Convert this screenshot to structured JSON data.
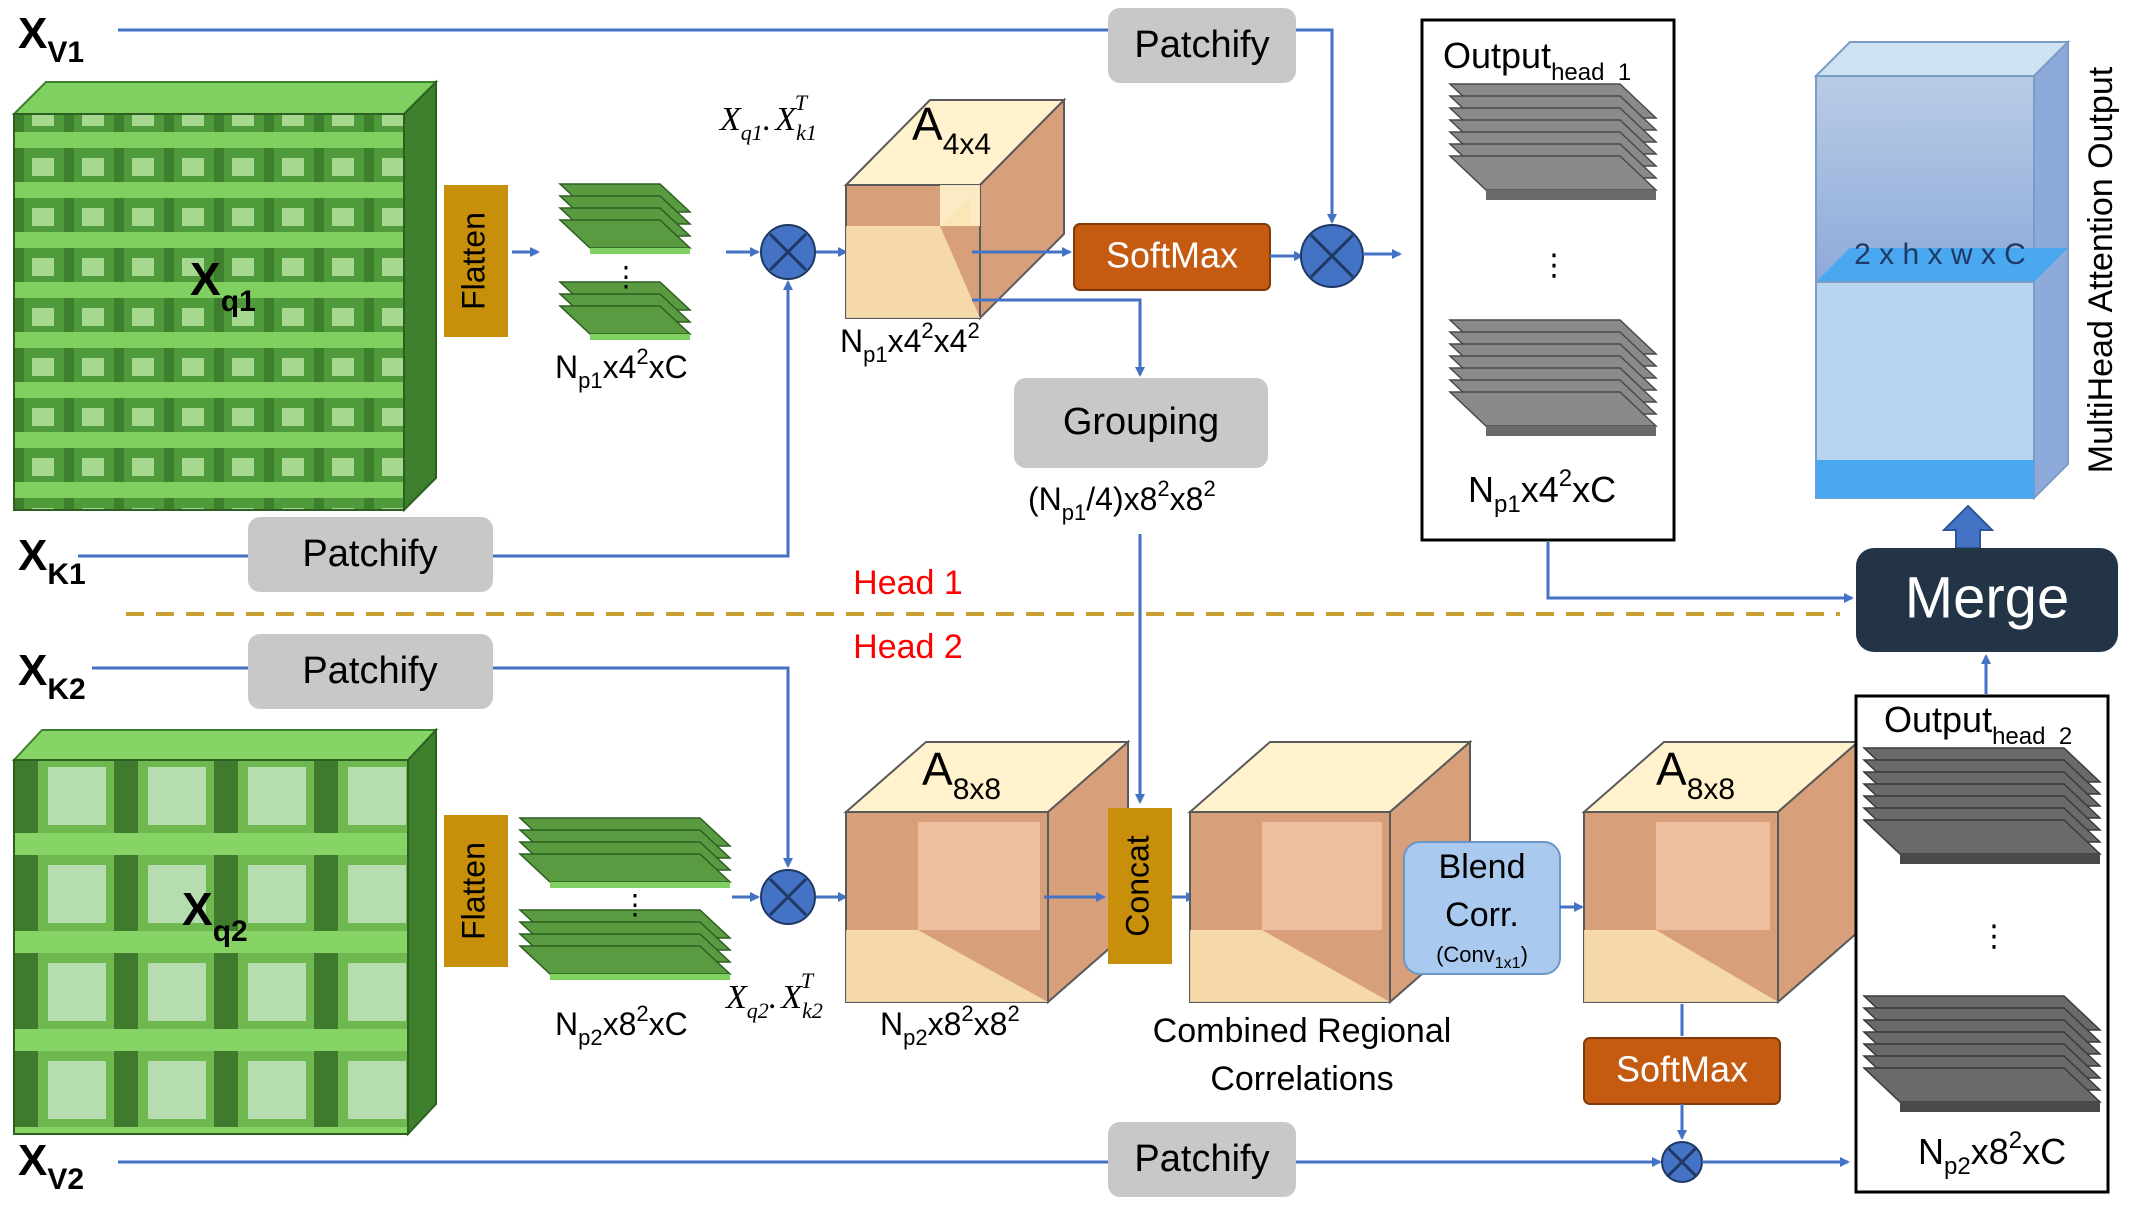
{
  "inputs": {
    "xv1": {
      "main": "X",
      "sub": "V1"
    },
    "xk1": {
      "main": "X",
      "sub": "K1"
    },
    "xk2": {
      "main": "X",
      "sub": "K2"
    },
    "xv2": {
      "main": "X",
      "sub": "V2"
    },
    "xq1": {
      "main": "X",
      "sub": "q1"
    },
    "xq2": {
      "main": "X",
      "sub": "q2"
    }
  },
  "blocks": {
    "patchify": "Patchify",
    "flatten": "Flatten",
    "softmax": "SoftMax",
    "grouping": "Grouping",
    "concat": "Concat",
    "blend_line1": "Blend",
    "blend_line2": "Corr.",
    "blend_conv": "Conv",
    "blend_conv_sub": "1x1",
    "merge": "Merge"
  },
  "attention": {
    "a1": {
      "main": "A",
      "sub": "4x4"
    },
    "a2": {
      "main": "A",
      "sub": "8x8"
    },
    "a3": {
      "main": "A",
      "sub": "8x8"
    },
    "qk1": {
      "q": "X",
      "qsub": "q1",
      "k": "X",
      "ksub": "k1",
      "sup": "T"
    },
    "qk2": {
      "q": "X",
      "qsub": "q2",
      "k": "X",
      "ksub": "k2",
      "sup": "T"
    }
  },
  "dims": {
    "np1_4c": {
      "pre": "N",
      "sub": "p1",
      "mid": "x4",
      "sup": "2",
      "post": "xC"
    },
    "np1_44": {
      "pre": "N",
      "sub": "p1",
      "mid": "x4",
      "sup": "2",
      "mid2": "x4",
      "sup2": "2"
    },
    "np2_8c": {
      "pre": "N",
      "sub": "p2",
      "mid": "x8",
      "sup": "2",
      "post": "xC"
    },
    "np2_88": {
      "pre": "N",
      "sub": "p2",
      "mid": "x8",
      "sup": "2",
      "mid2": "x8",
      "sup2": "2"
    },
    "group": {
      "pre": "(N",
      "sub": "p1",
      "mid": "/4)x8",
      "sup": "2",
      "mid2": "x8",
      "sup2": "2"
    },
    "out1": {
      "pre": "N",
      "sub": "p1",
      "mid": "x4",
      "sup": "2",
      "post": "xC"
    },
    "out2": {
      "pre": "N",
      "sub": "p2",
      "mid": "x8",
      "sup": "2",
      "post": "xC"
    }
  },
  "outputs": {
    "head1": {
      "main": "Output",
      "sub": "head_1"
    },
    "head2": {
      "main": "Output",
      "sub": "head_2"
    },
    "ellipsis": "⋮",
    "final_label": "MultiHead Attention Output",
    "final_dim": "2 x h x w x C"
  },
  "heads": {
    "head1": "Head 1",
    "head2": "Head 2"
  },
  "combined": {
    "line1": "Combined Regional",
    "line2": "Correlations"
  },
  "colors": {
    "arrow": "#4472c4",
    "patchify": "#c8c8c8",
    "flatten": "#c8900a",
    "softmax": "#c55a11",
    "merge": "#243447",
    "head_label": "#ff0000",
    "divider": "#c8a032",
    "green": "#70c050",
    "cube_front": "#d8a07a",
    "cube_top": "#fff2cc",
    "blend": "#a9c9ee"
  }
}
